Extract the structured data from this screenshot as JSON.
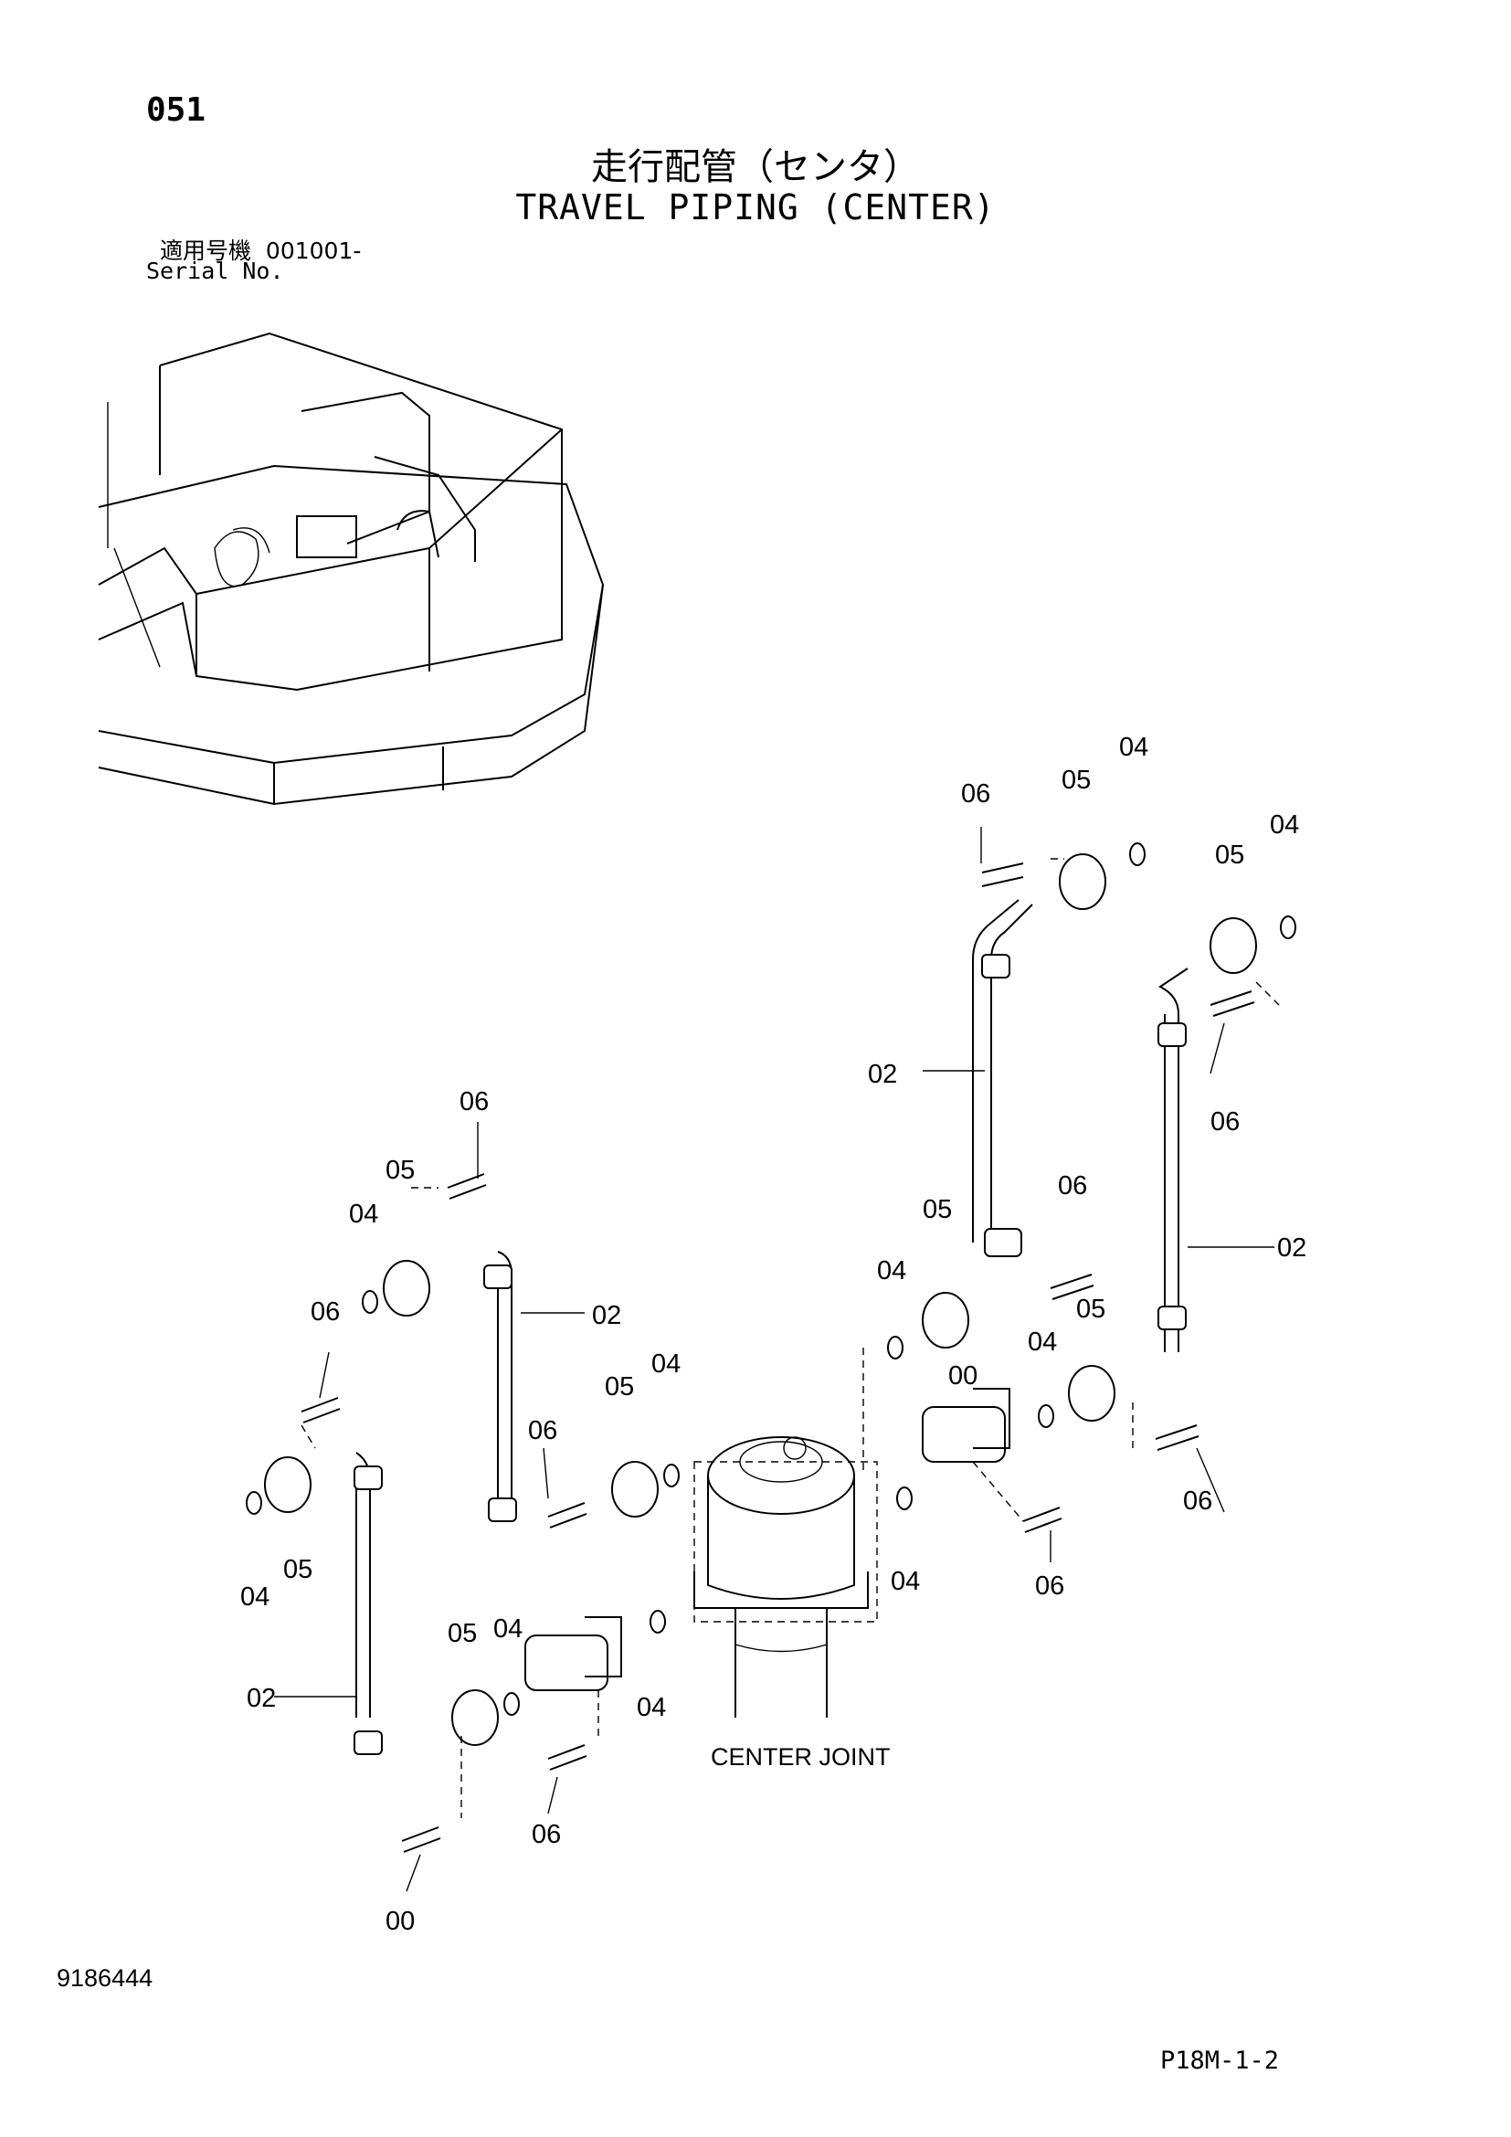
{
  "header": {
    "page_number": "051",
    "title_ja": "走行配管（センタ）",
    "title_en": "TRAVEL PIPING (CENTER)",
    "serial_label_ja": "適用号機",
    "serial_value": "001001-",
    "serial_label_en": "Serial No."
  },
  "callouts": [
    "02",
    "02",
    "02",
    "02",
    "04",
    "04",
    "04",
    "04",
    "04",
    "04",
    "04",
    "04",
    "04",
    "04",
    "05",
    "05",
    "05",
    "05",
    "05",
    "05",
    "05",
    "05",
    "06",
    "06",
    "06",
    "06",
    "06",
    "06",
    "06",
    "06",
    "06",
    "00",
    "00"
  ],
  "component_label": "CENTER JOINT",
  "footer": {
    "document_number": "9186444",
    "page_code": "P18M-1-2"
  }
}
